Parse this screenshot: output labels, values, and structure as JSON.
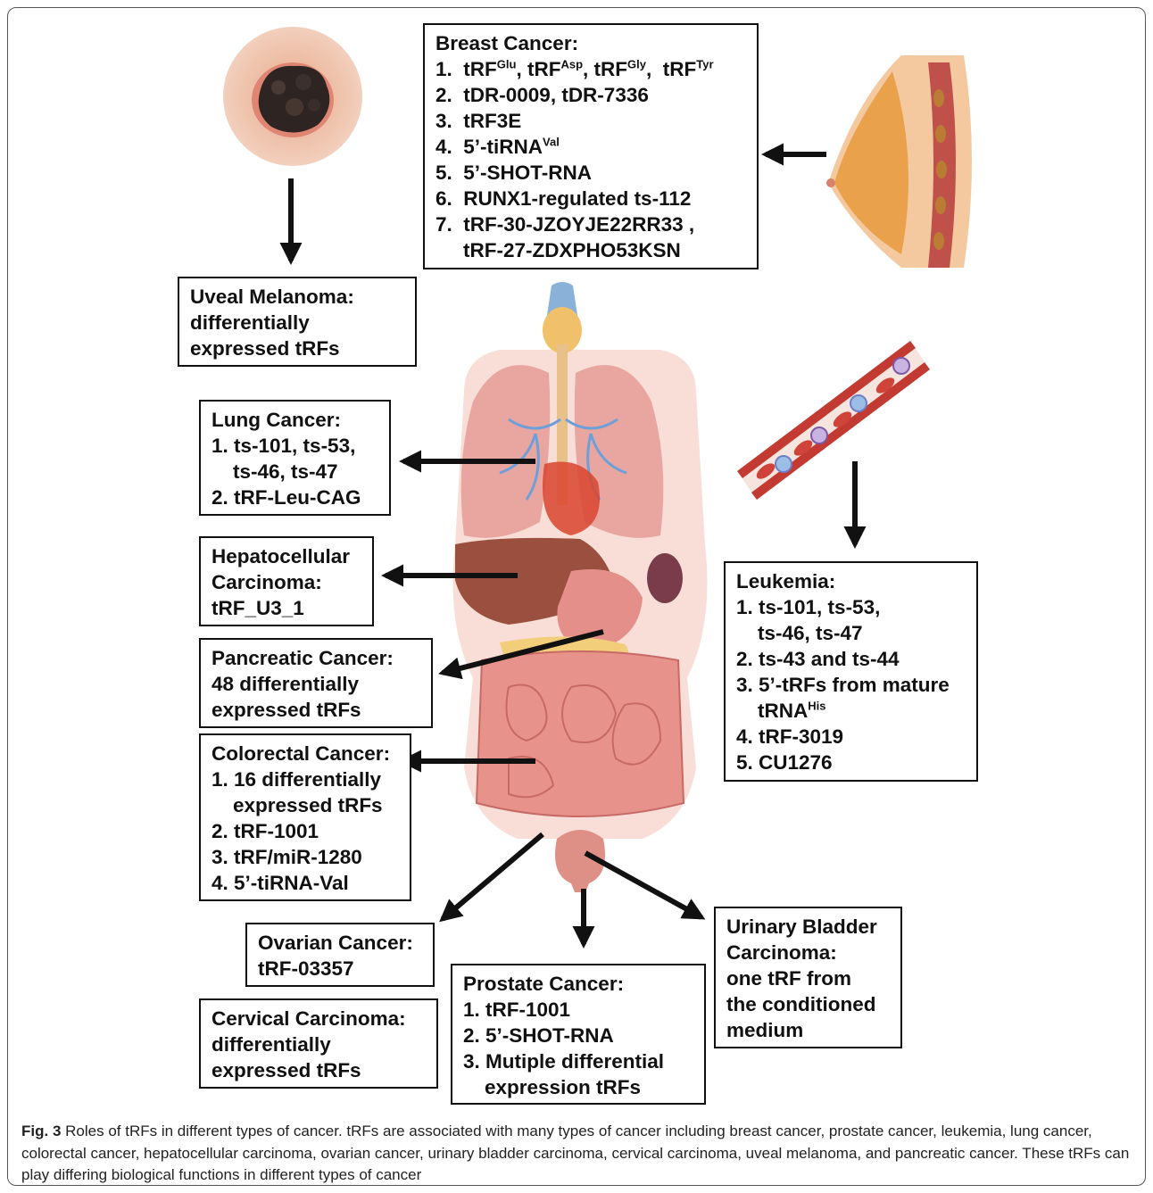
{
  "breast": {
    "title": "Breast Cancer:",
    "items": [
      {
        "num": "1.",
        "parts": [
          [
            "tRF",
            "Glu"
          ],
          [
            ", tRF",
            "Asp"
          ],
          [
            ", tRF",
            "Gly"
          ],
          [
            ",  tRF",
            "Tyr"
          ]
        ]
      },
      {
        "num": "2.",
        "text": "tDR-0009, tDR-7336"
      },
      {
        "num": "3.",
        "text": "tRF3E"
      },
      {
        "num": "4.",
        "text": "5’-tiRNA",
        "sup": "Val"
      },
      {
        "num": "5.",
        "text": "5’-SHOT-RNA"
      },
      {
        "num": "6.",
        "text": "RUNX1-regulated ts-112"
      },
      {
        "num": "7.",
        "text": "tRF-30-JZOYJE22RR33 ,",
        "cont": "tRF-27-ZDXPHO53KSN"
      }
    ]
  },
  "uveal": {
    "lines": [
      "Uveal Melanoma:",
      "differentially",
      "expressed tRFs"
    ]
  },
  "lung": {
    "title": "Lung Cancer:",
    "item1": "1. ts-101, ts-53,",
    "item1_cont": "ts-46, ts-47",
    "item2": "2. tRF-Leu-CAG"
  },
  "hcc": {
    "lines": [
      "Hepatocellular",
      "Carcinoma:",
      "tRF_U3_1"
    ]
  },
  "pancreatic": {
    "lines": [
      "Pancreatic Cancer:",
      "48 differentially",
      "expressed tRFs"
    ]
  },
  "colorectal": {
    "title": "Colorectal Cancer:",
    "item1": "1. 16 differentially",
    "item1_cont": "expressed tRFs",
    "item2": "2. tRF-1001",
    "item3": "3. tRF/miR-1280",
    "item4": "4. 5’-tiRNA-Val"
  },
  "ovarian": {
    "lines": [
      "Ovarian Cancer:",
      "tRF-03357"
    ]
  },
  "cervical": {
    "lines": [
      "Cervical Carcinoma:",
      "differentially",
      "expressed tRFs"
    ]
  },
  "prostate": {
    "title": "Prostate Cancer:",
    "item1": "1. tRF-1001",
    "item2": "2. 5’-SHOT-RNA",
    "item3": "3. Mutiple differential",
    "item3_cont": "expression tRFs"
  },
  "bladder": {
    "lines": [
      "Urinary Bladder",
      "Carcinoma:",
      "one tRF from",
      "the conditioned",
      "medium"
    ]
  },
  "leukemia": {
    "title": "Leukemia:",
    "item1": "1. ts-101, ts-53,",
    "item1_cont": "ts-46, ts-47",
    "item2": "2. ts-43 and ts-44",
    "item3": "3. 5’-tRFs from mature",
    "item3_cont": "tRNA",
    "item3_sup": "His",
    "item4": "4. tRF-3019",
    "item5": "5. CU1276"
  },
  "caption": {
    "label": "Fig. 3",
    "text": " Roles of tRFs in different types of cancer. tRFs are associated with many types of cancer including breast cancer, prostate cancer, leukemia, lung cancer, colorectal cancer, hepatocellular carcinoma, ovarian cancer, urinary bladder carcinoma, cervical carcinoma, uveal melanoma, and pancreatic cancer. These tRFs can play differing biological functions in different types of cancer"
  },
  "colors": {
    "skin": "#f3b8a8",
    "lung": "#e9a6a0",
    "liver": "#9b4f3e",
    "intestine": "#e7938c",
    "vessel": "#c23a32",
    "arrow": "#111111"
  }
}
